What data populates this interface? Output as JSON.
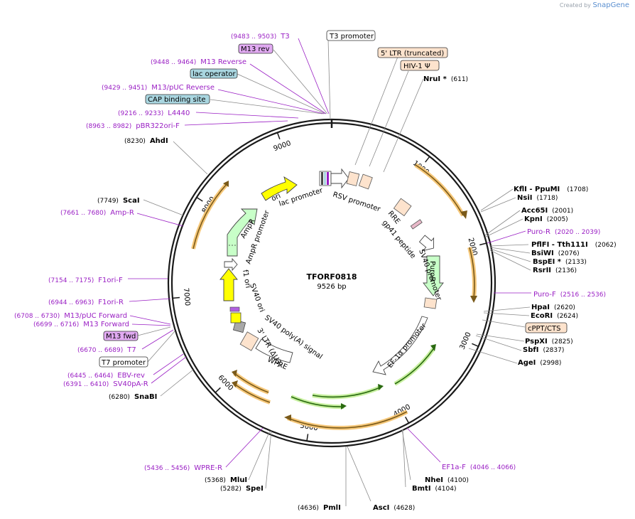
{
  "branding": {
    "prefix": "Created by",
    "name": "SnapGene"
  },
  "plasmid": {
    "name": "TFORF0818",
    "size_label": "9526 bp",
    "length": 9526
  },
  "ticks": [
    "1000",
    "2000",
    "3000",
    "4000",
    "5000",
    "6000",
    "7000",
    "8000",
    "9000"
  ],
  "enzymes": [
    {
      "name": "NruI *",
      "pos": "(611)"
    },
    {
      "name": "KflI - PpuMI",
      "pos": "(1708)"
    },
    {
      "name": "NsiI",
      "pos": "(1718)"
    },
    {
      "name": "Acc65I",
      "pos": "(2001)"
    },
    {
      "name": "KpnI",
      "pos": "(2005)"
    },
    {
      "name": "PflFI - Tth111I",
      "pos": "(2062)"
    },
    {
      "name": "BsiWI",
      "pos": "(2076)"
    },
    {
      "name": "BspEI *",
      "pos": "(2133)"
    },
    {
      "name": "RsrII",
      "pos": "(2136)"
    },
    {
      "name": "HpaI",
      "pos": "(2620)"
    },
    {
      "name": "EcoRI",
      "pos": "(2624)"
    },
    {
      "name": "PspXI",
      "pos": "(2825)"
    },
    {
      "name": "SbfI",
      "pos": "(2837)"
    },
    {
      "name": "AgeI",
      "pos": "(2998)"
    },
    {
      "name": "NheI",
      "pos": "(4100)"
    },
    {
      "name": "BmtI",
      "pos": "(4104)"
    },
    {
      "name": "AscI",
      "pos": "(4628)"
    },
    {
      "name": "PmlI",
      "pos": "(4636)"
    },
    {
      "name": "SpeI",
      "pos": "(5282)"
    },
    {
      "name": "MluI",
      "pos": "(5368)"
    },
    {
      "name": "SnaBI",
      "pos": "(6280)"
    },
    {
      "name": "ScaI",
      "pos": "(7749)"
    },
    {
      "name": "AhdI",
      "pos": "(8230)"
    }
  ],
  "primers": [
    {
      "name": "T3",
      "range": "(9483 .. 9503)"
    },
    {
      "name": "M13 Reverse",
      "range": "(9448 .. 9464)"
    },
    {
      "name": "M13/pUC Reverse",
      "range": "(9429 .. 9451)"
    },
    {
      "name": "L4440",
      "range": "(9216 .. 9233)"
    },
    {
      "name": "pBR322ori-F",
      "range": "(8963 .. 8982)"
    },
    {
      "name": "Amp-R",
      "range": "(7661 .. 7680)"
    },
    {
      "name": "F1ori-F",
      "range": "(7154 .. 7175)"
    },
    {
      "name": "F1ori-R",
      "range": "(6944 .. 6963)"
    },
    {
      "name": "M13/pUC Forward",
      "range": "(6708 .. 6730)"
    },
    {
      "name": "M13 Forward",
      "range": "(6699 .. 6716)"
    },
    {
      "name": "T7",
      "range": "(6670 .. 6689)"
    },
    {
      "name": "EBV-rev",
      "range": "(6445 .. 6464)"
    },
    {
      "name": "SV40pA-R",
      "range": "(6391 .. 6410)"
    },
    {
      "name": "WPRE-R",
      "range": "(5436 .. 5456)"
    },
    {
      "name": "Puro-R",
      "range": "(2020 .. 2039)"
    },
    {
      "name": "Puro-F",
      "range": "(2516 .. 2536)"
    },
    {
      "name": "EF1a-F",
      "range": "(4046 .. 4066)"
    }
  ],
  "boxed_labels": [
    {
      "text": "T3 promoter",
      "style": "white"
    },
    {
      "text": "M13 rev",
      "style": "purple"
    },
    {
      "text": "lac operator",
      "style": "teal"
    },
    {
      "text": "CAP binding site",
      "style": "teal"
    },
    {
      "text": "5' LTR (truncated)",
      "style": "peach"
    },
    {
      "text": "HIV-1 Ψ",
      "style": "peach"
    },
    {
      "text": "cPPT/CTS",
      "style": "peach"
    },
    {
      "text": "M13 fwd",
      "style": "purple"
    },
    {
      "text": "T7 promoter",
      "style": "white"
    }
  ],
  "inner_features": [
    "lac promoter",
    "RSV promoter",
    "RRE",
    "gp41 peptide",
    "SV40 promoter",
    "PuroR",
    "EF-1α promoter",
    "WPRE",
    "3' LTR (ΔU3)",
    "SV40 poly(A) signal",
    "SV40 ori",
    "f1 ori",
    "AmpR promoter",
    "AmpR",
    "ori"
  ],
  "colors": {
    "backbone": "#1a1a1a",
    "enzyme_line": "#8a8a8a",
    "primer": "#9a1fc4",
    "orf_orange": "#f6c87a",
    "orf_green": "#c8f0a0",
    "ori_yellow": "#ffff00",
    "ampr_green": "#c8ffc8",
    "peach": "#fde3cd",
    "teal": "#a9d6e0",
    "purple_box": "#e1aaf2"
  }
}
